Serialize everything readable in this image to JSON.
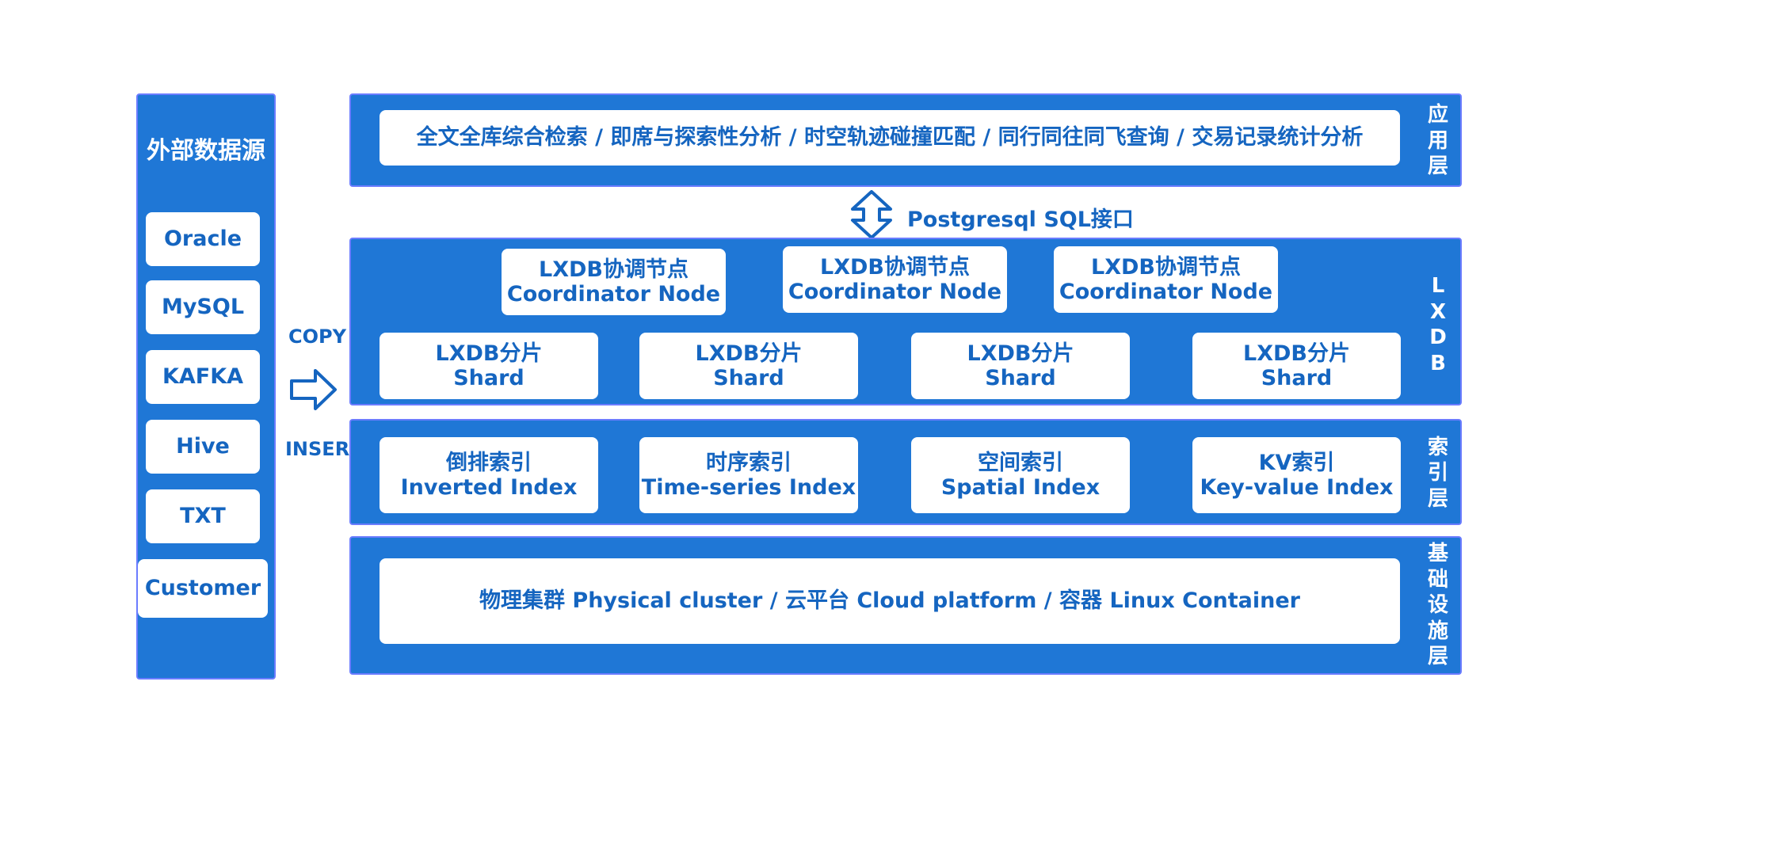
{
  "external_sources": {
    "title": "外部数据源",
    "items": [
      "Oracle",
      "MySQL",
      "KAFKA",
      "Hive",
      "TXT",
      "Customer"
    ]
  },
  "transfer": {
    "copy_label": "COPY",
    "insert_label": "INSER"
  },
  "application_layer": {
    "text": "全文全库综合检索 / 即席与探索性分析 / 时空轨迹碰撞匹配 / 同行同往同飞查询 / 交易记录统计分析",
    "label": [
      "应",
      "用",
      "层"
    ]
  },
  "interface": {
    "label": "Postgresql SQL接口"
  },
  "lxdb_layer": {
    "label": [
      "L",
      "X",
      "D",
      "B"
    ],
    "coordinators": [
      {
        "line1": "LXDB协调节点",
        "line2": "Coordinator Node"
      },
      {
        "line1": "LXDB协调节点",
        "line2": "Coordinator Node"
      },
      {
        "line1": "LXDB协调节点",
        "line2": "Coordinator Node"
      }
    ],
    "shards": [
      {
        "line1": "LXDB分片",
        "line2": "Shard"
      },
      {
        "line1": "LXDB分片",
        "line2": "Shard"
      },
      {
        "line1": "LXDB分片",
        "line2": "Shard"
      },
      {
        "line1": "LXDB分片",
        "line2": "Shard"
      }
    ]
  },
  "index_layer": {
    "label": [
      "索",
      "引",
      "层"
    ],
    "indexes": [
      {
        "line1": "倒排索引",
        "line2": "Inverted Index"
      },
      {
        "line1": "时序索引",
        "line2": "Time-series Index"
      },
      {
        "line1": "空间索引",
        "line2": "Spatial Index"
      },
      {
        "line1": "KV索引",
        "line2": "Key-value Index"
      }
    ]
  },
  "infrastructure_layer": {
    "text": "物理集群 Physical cluster / 云平台 Cloud platform / 容器 Linux Container",
    "label": [
      "基",
      "础",
      "设",
      "施",
      "层"
    ]
  },
  "colors": {
    "panel_blue": "#1f77d6",
    "panel_border": "#6b7cff",
    "text_blue": "#1565c0",
    "white": "#ffffff"
  }
}
